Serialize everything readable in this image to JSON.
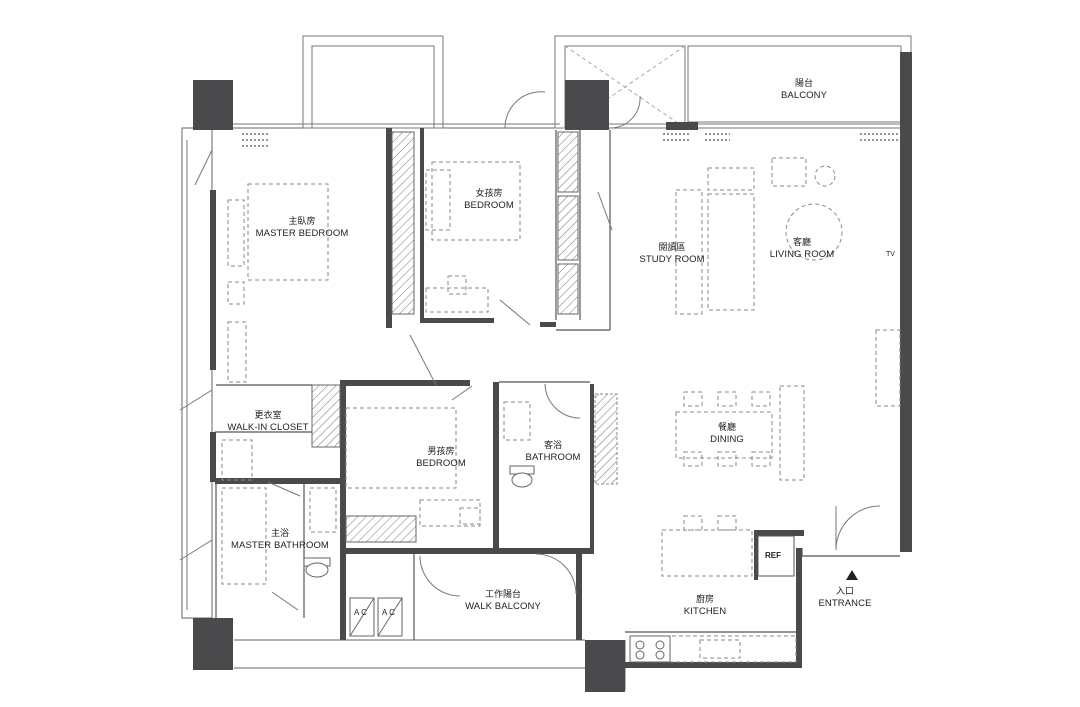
{
  "rooms": {
    "balcony": {
      "zh": "陽台",
      "en": "BALCONY"
    },
    "girl_bedroom": {
      "zh": "女孩房",
      "en": "BEDROOM"
    },
    "master_bedroom": {
      "zh": "主臥房",
      "en": "MASTER BEDROOM"
    },
    "study_room": {
      "zh": "閱讀區",
      "en": "STUDY ROOM"
    },
    "living_room": {
      "zh": "客廳",
      "en": "LIVING ROOM"
    },
    "walk_in_closet": {
      "zh": "更衣室",
      "en": "WALK-IN CLOSET"
    },
    "boy_bedroom": {
      "zh": "男孩房",
      "en": "BEDROOM"
    },
    "bathroom": {
      "zh": "客浴",
      "en": "BATHROOM"
    },
    "dining": {
      "zh": "餐廳",
      "en": "DINING"
    },
    "master_bathroom": {
      "zh": "主浴",
      "en": "MASTER BATHROOM"
    },
    "walk_balcony": {
      "zh": "工作陽台",
      "en": "WALK BALCONY"
    },
    "kitchen": {
      "zh": "廚房",
      "en": "KITCHEN"
    },
    "entrance": {
      "zh": "入口",
      "en": "ENTRANCE"
    }
  },
  "tags": {
    "tv": "TV",
    "ref": "REF",
    "ac": "A C"
  },
  "icons": {
    "entrance_marker": "triangle-up-icon"
  },
  "colors": {
    "wall": "#4a4a4c",
    "line": "#555555",
    "furniture": "#8a8a8a"
  }
}
